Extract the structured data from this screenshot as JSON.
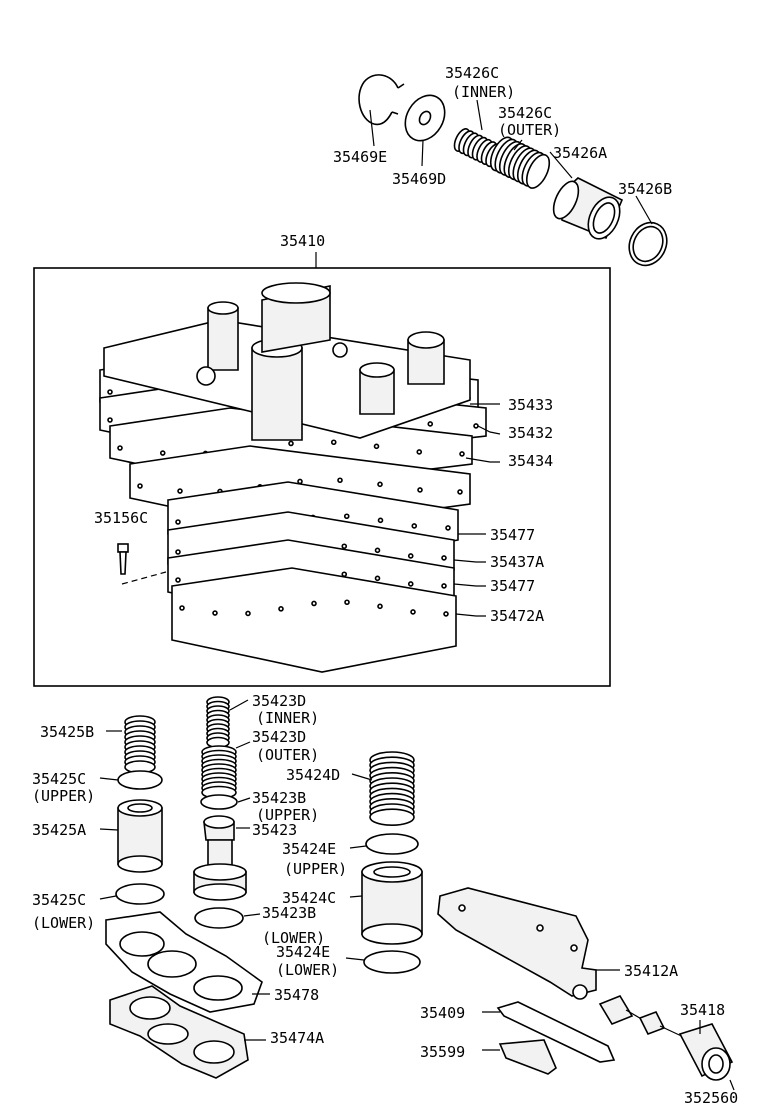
{
  "diagram": {
    "assembly_label": "35410",
    "labels": {
      "l35426c_inner": "35426C",
      "l35426c_inner_note": "(INNER)",
      "l35426c_outer": "35426C",
      "l35426c_outer_note": "(OUTER)",
      "l35426a": "35426A",
      "l35426b": "35426B",
      "l35469e": "35469E",
      "l35469d": "35469D",
      "l35433": "35433",
      "l35432": "35432",
      "l35434": "35434",
      "l35156c": "35156C",
      "l35477a": "35477",
      "l35437a": "35437A",
      "l35477b": "35477",
      "l35472a": "35472A",
      "l35425b": "35425B",
      "l35425c_upper": "35425C",
      "l35425c_upper_note": "(UPPER)",
      "l35425a": "35425A",
      "l35425c_lower": "35425C",
      "l35425c_lower_note": "(LOWER)",
      "l35423d_inner": "35423D",
      "l35423d_inner_note": "(INNER)",
      "l35423d_outer": "35423D",
      "l35423d_outer_note": "(OUTER)",
      "l35423b_upper": "35423B",
      "l35423b_upper_note": "(UPPER)",
      "l35423": "35423",
      "l35423b_lower": "35423B",
      "l35423b_lower_note": "(LOWER)",
      "l35424d": "35424D",
      "l35424e_upper": "35424E",
      "l35424e_upper_note": "(UPPER)",
      "l35424c": "35424C",
      "l35424e_lower": "35424E",
      "l35424e_lower_note": "(LOWER)",
      "l35478": "35478",
      "l35474a": "35474A",
      "l35412a": "35412A",
      "l35409": "35409",
      "l35599": "35599",
      "l35418": "35418",
      "l352560": "352560"
    }
  }
}
